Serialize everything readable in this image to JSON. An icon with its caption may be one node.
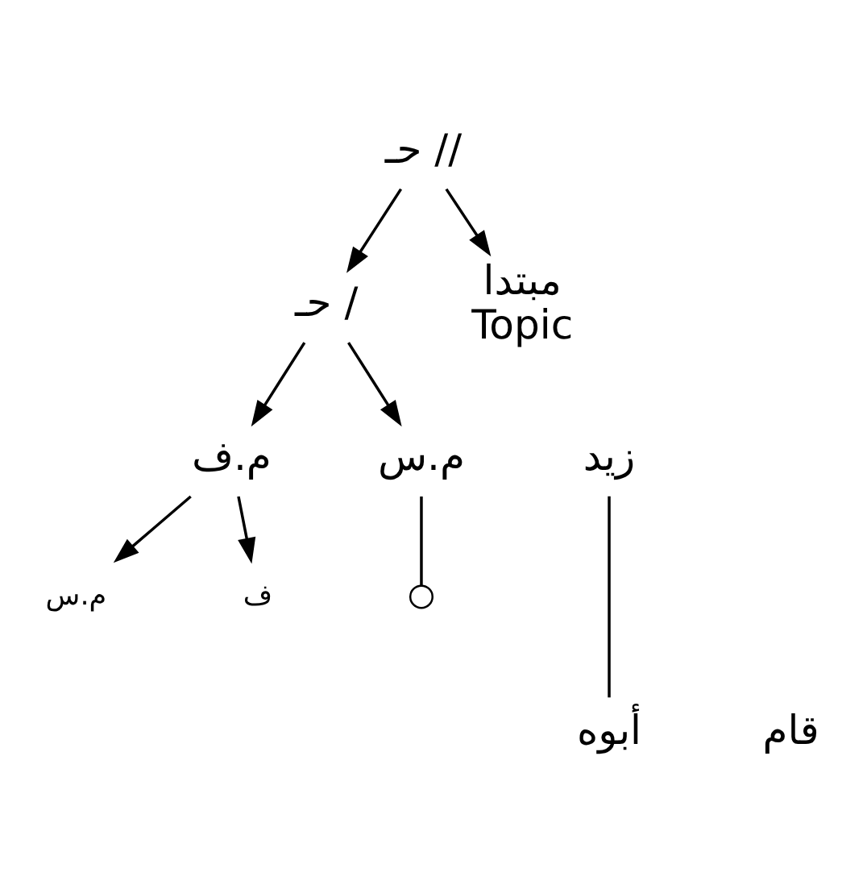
{
  "diagram": {
    "nodes": [
      {
        "text": [
          "حـ //"
        ]
      },
      {
        "text": [
          "حـ /"
        ]
      },
      {
        "text": [
          "مبتدا"
        ],
        "beside": [
          "Topic"
        ]
      },
      {
        "text": [
          "م.ف"
        ]
      },
      {
        "text": [
          "م.س"
        ]
      },
      {
        "text": [
          "زيد"
        ]
      },
      {
        "text": [
          "م.س"
        ]
      },
      {
        "text": [
          "ف"
        ]
      },
      {
        "text": [],
        "shape": "circle"
      },
      {
        "text": [
          "أبوه"
        ]
      },
      {
        "text": [
          "قام"
        ]
      }
    ],
    "edges": [
      {
        "from": 0,
        "to": 1,
        "arrow": "to"
      },
      {
        "from": 0,
        "to": 2,
        "arrow": "to"
      },
      {
        "from": 1,
        "to": 3,
        "arrow": "to"
      },
      {
        "from": 1,
        "to": 4,
        "arrow": "to"
      },
      {
        "from": 3,
        "to": 6,
        "arrow": "to"
      },
      {
        "from": 3,
        "to": 7,
        "arrow": "to"
      },
      {
        "from": 4,
        "to": 8,
        "arrow": "none"
      },
      {
        "from": 5,
        "to": 9,
        "arrow": "none"
      }
    ]
  }
}
